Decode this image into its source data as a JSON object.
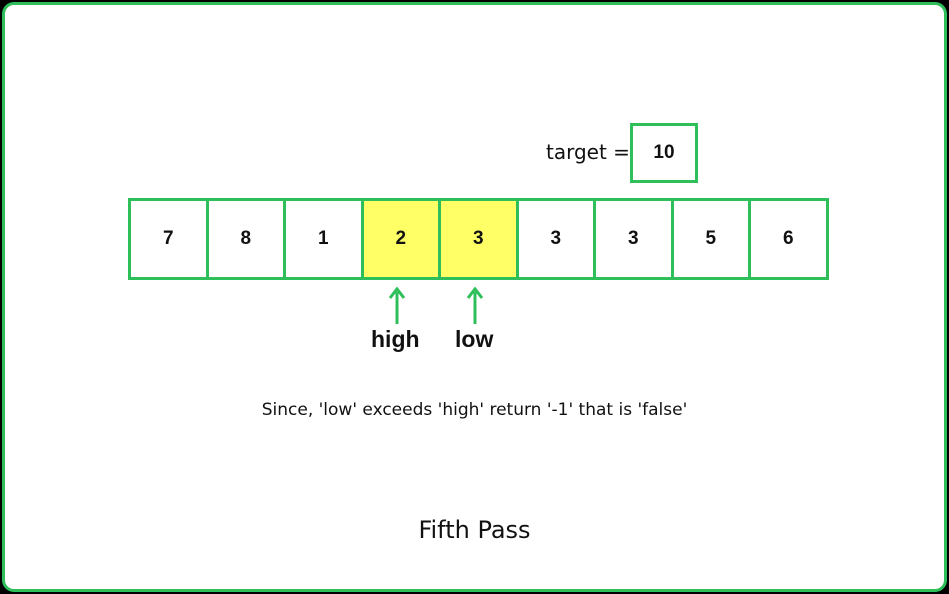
{
  "target": {
    "label": "target =",
    "value": "10"
  },
  "array": [
    {
      "value": "7",
      "highlighted": false
    },
    {
      "value": "8",
      "highlighted": false
    },
    {
      "value": "1",
      "highlighted": false
    },
    {
      "value": "2",
      "highlighted": true
    },
    {
      "value": "3",
      "highlighted": true
    },
    {
      "value": "3",
      "highlighted": false
    },
    {
      "value": "3",
      "highlighted": false
    },
    {
      "value": "5",
      "highlighted": false
    },
    {
      "value": "6",
      "highlighted": false
    }
  ],
  "pointers": {
    "high": "high",
    "low": "low"
  },
  "message": "Since, 'low' exceeds 'high' return '-1' that is 'false'",
  "caption": "Fifth Pass",
  "colors": {
    "accent": "#2fbf5a",
    "highlight": "#ffff66"
  }
}
